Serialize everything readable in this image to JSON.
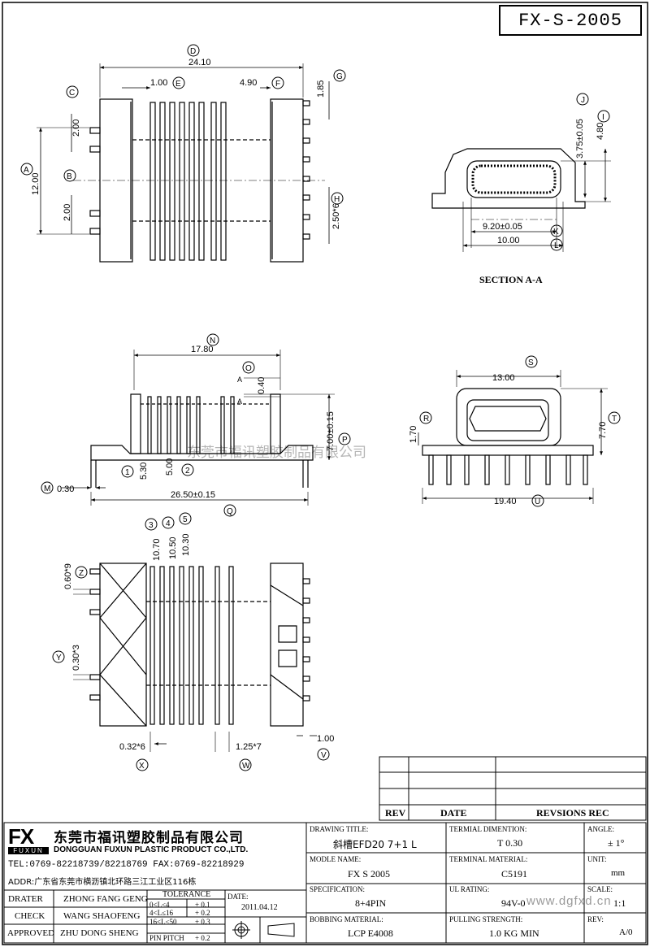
{
  "drawing_code": "FX-S-2005",
  "watermark": "东莞市福讯塑胶制品有限公司",
  "dims": {
    "D": "24.10",
    "E": "1.00",
    "F": "4.90",
    "G": "1.85",
    "C": "2.00",
    "A": "12.00",
    "B": "2.00",
    "H": "2.50*6",
    "J": "3.75±0.05",
    "I": "4.80",
    "K": "9.20±0.05",
    "L": "10.00",
    "N": "17.80",
    "O": "0.40",
    "P": "7.00±0.15",
    "M": "0.30",
    "Q": "26.50±0.15",
    "d1": "5.30",
    "d2": "5.00",
    "S": "13.00",
    "R": "1.70",
    "T": "7.70",
    "U": "19.40",
    "d3": "10.70",
    "d4": "10.50",
    "d5": "10.30",
    "Z": "0.60*9",
    "Y": "0.30*3",
    "X": "0.32*6",
    "W": "1.25*7",
    "V": "1.00"
  },
  "labels": {
    "section": "SECTION A-A",
    "a_mark": "A"
  },
  "rev_table": {
    "rev": "REV",
    "date": "DATE",
    "revisions": "REVSIONS REC"
  },
  "company": {
    "logo": "FX",
    "logo_sub": "FUXUN",
    "name_cn": "东莞市福讯塑胶制品有限公司",
    "name_en": "DONGGUAN FUXUN PLASTIC PRODUCT CO.,LTD.",
    "tel": "TEL:0769-82218739/82218769 FAX:0769-82218929",
    "addr": "ADDR:广东省东莞市横沥镇北环路三江工业区116栋"
  },
  "signoff": [
    {
      "role": "DRATER",
      "name": "ZHONG FANG GENG"
    },
    {
      "role": "CHECK",
      "name": "WANG SHAOFENG"
    },
    {
      "role": "APPROVED",
      "name": "ZHU DONG SHENG"
    }
  ],
  "tolerance": {
    "title": "TOLERANCE",
    "rows": [
      {
        "range": "0<L≤4",
        "value": "+ 0.1"
      },
      {
        "range": "4<L≤16",
        "value": "+ 0.2"
      },
      {
        "range": "16<L≤50",
        "value": "+ 0.3"
      },
      {
        "range": "PIN PITCH",
        "value": "+ 0.2"
      }
    ]
  },
  "date": {
    "label": "DATE:",
    "value": "2011.04.12"
  },
  "info": {
    "drawing_title": {
      "label": "DRAWING TITLE:",
      "value": "斜槽EFD20 7+1 L"
    },
    "terminal_dimension": {
      "label": "TERMIAL DIMENTION:",
      "value": "T 0.30"
    },
    "angle": {
      "label": "ANGLE:",
      "value": "± 1°"
    },
    "model_name": {
      "label": "MODLE NAME:",
      "value": "FX S 2005"
    },
    "terminal_material": {
      "label": "TERMINAL MATERIAL:",
      "value": "C5191"
    },
    "unit": {
      "label": "UNIT:",
      "value": "mm"
    },
    "specification": {
      "label": "SPECIFICATION:",
      "value": "8+4PIN"
    },
    "ul_rating": {
      "label": "UL RATING:",
      "value": "94V-0"
    },
    "scale": {
      "label": "SCALE:",
      "value": "1:1"
    },
    "bobbin_material": {
      "label": "BOBBING MATERIAL:",
      "value": "LCP E4008"
    },
    "pulling_strength": {
      "label": "PULLING STRENGTH:",
      "value": "1.0 KG MIN"
    },
    "rev": {
      "label": "REV:",
      "value": "A/0"
    }
  },
  "footer_url": "www.dgfxd.cn"
}
